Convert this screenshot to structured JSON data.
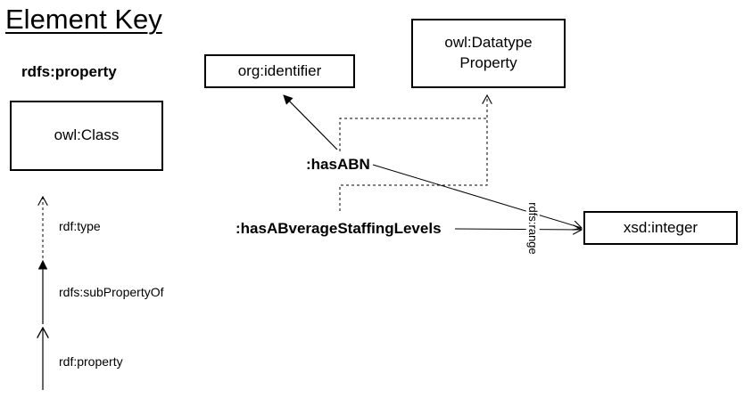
{
  "key": {
    "title": "Element Key",
    "property_label": "rdfs:property",
    "class_label": "owl:Class",
    "type_label": "rdf:type",
    "subproperty_label": "rdfs:subPropertyOf",
    "rdf_property_label": "rdf:property"
  },
  "diagram": {
    "identifier": "org:identifier",
    "datatype_property": "owl:Datatype\nProperty",
    "integer": "xsd:integer",
    "has_abn": ":hasABN",
    "has_staffing": ":hasABverageStaffingLevels",
    "range_label": "rdfs:range"
  }
}
